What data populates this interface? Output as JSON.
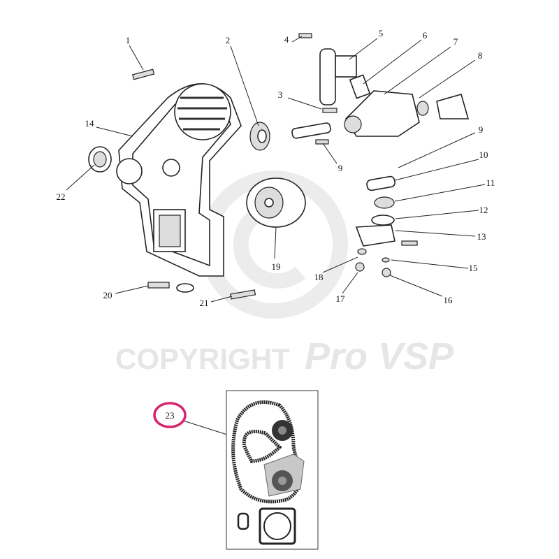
{
  "diagram": {
    "watermark_left": "COPYRIGHT",
    "watermark_right": "Pro VSP",
    "labels": [
      "1",
      "2",
      "3",
      "4",
      "5",
      "6",
      "7",
      "8",
      "9",
      "9",
      "10",
      "11",
      "12",
      "13",
      "14",
      "15",
      "16",
      "17",
      "18",
      "19",
      "20",
      "21",
      "22",
      "23"
    ],
    "highlight_color": "#d6246e",
    "kit_label": "23"
  }
}
